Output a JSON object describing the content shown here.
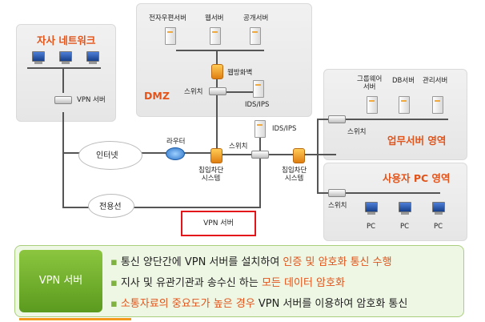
{
  "zones": {
    "company": "자사 네트워크",
    "dmz": "DMZ",
    "business": "업무서버 영역",
    "user_pc": "사용자 PC 영역"
  },
  "nodes": {
    "mail_server": "전자우편서버",
    "web_server": "웹서버",
    "public_server": "공개서버",
    "web_firewall": "웹방화벽",
    "switch_dmz": "스위치",
    "ids_dmz": "IDS/IPS",
    "vpn_server_left": "VPN 서버",
    "router": "라우터",
    "internet": "인터넷",
    "leased_line": "전용선",
    "ips_center": "침입차단\n시스템",
    "ips_right": "침입차단\n시스템",
    "switch_center": "스위치",
    "ids_center": "IDS/IPS",
    "groupware_server": "그룹웨어\n서버",
    "db_server": "DB서버",
    "admin_server": "관리서버",
    "switch_business": "스위치",
    "switch_user": "스위치",
    "pc1": "PC",
    "pc2": "PC",
    "pc3": "PC",
    "vpn_server_highlight": "VPN 서버"
  },
  "panel": {
    "title": "VPN 서버",
    "line1": {
      "a": "통신 양단간에 VPN 서버를 설치하여 ",
      "b": "인증 및 암호화 통신 수행",
      "c": ""
    },
    "line2": {
      "a": "지사 및 유관기관과 송수신 하는 ",
      "b": "모든 데이터 암호화",
      "c": ""
    },
    "line3": {
      "a": "",
      "b": "소통자료의 중요도가 높은 경우",
      "c": " VPN 서버를 이용하여 암호화 통신"
    }
  }
}
